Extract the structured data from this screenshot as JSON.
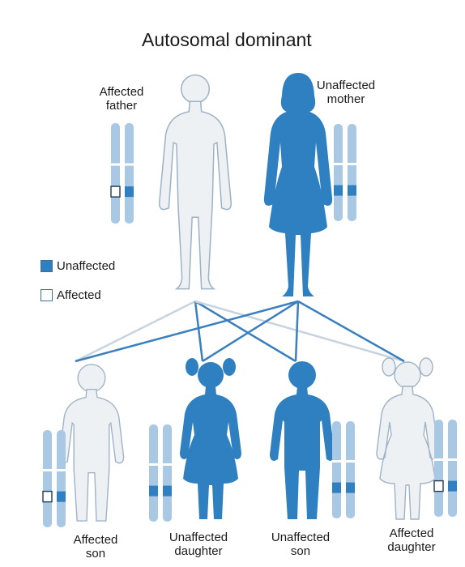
{
  "title": "Autosomal dominant",
  "colors": {
    "affected_fill": "#eef1f4",
    "affected_stroke": "#9fb3c6",
    "unaffected_fill": "#2f80c1",
    "chromosome": "#a9c8e4",
    "background": "#ffffff"
  },
  "legend": [
    {
      "label": "Unaffected",
      "swatch": "#2f80c1"
    },
    {
      "label": "Affected",
      "swatch": "#ffffff"
    }
  ],
  "parents": [
    {
      "id": "father",
      "label_line1": "Affected",
      "label_line2": "father",
      "status": "affected",
      "alleles": [
        "affected",
        "unaffected"
      ]
    },
    {
      "id": "mother",
      "label_line1": "Unaffected",
      "label_line2": "mother",
      "status": "unaffected",
      "alleles": [
        "unaffected",
        "unaffected"
      ]
    }
  ],
  "children": [
    {
      "id": "son1",
      "label_line1": "Affected",
      "label_line2": "son",
      "status": "affected",
      "alleles": [
        "affected",
        "unaffected"
      ]
    },
    {
      "id": "daughter1",
      "label_line1": "Unaffected",
      "label_line2": "daughter",
      "status": "unaffected",
      "alleles": [
        "unaffected",
        "unaffected"
      ]
    },
    {
      "id": "son2",
      "label_line1": "Unaffected",
      "label_line2": "son",
      "status": "unaffected",
      "alleles": [
        "unaffected",
        "unaffected"
      ]
    },
    {
      "id": "daughter2",
      "label_line1": "Affected",
      "label_line2": "daughter",
      "status": "affected",
      "alleles": [
        "affected",
        "unaffected"
      ]
    }
  ]
}
